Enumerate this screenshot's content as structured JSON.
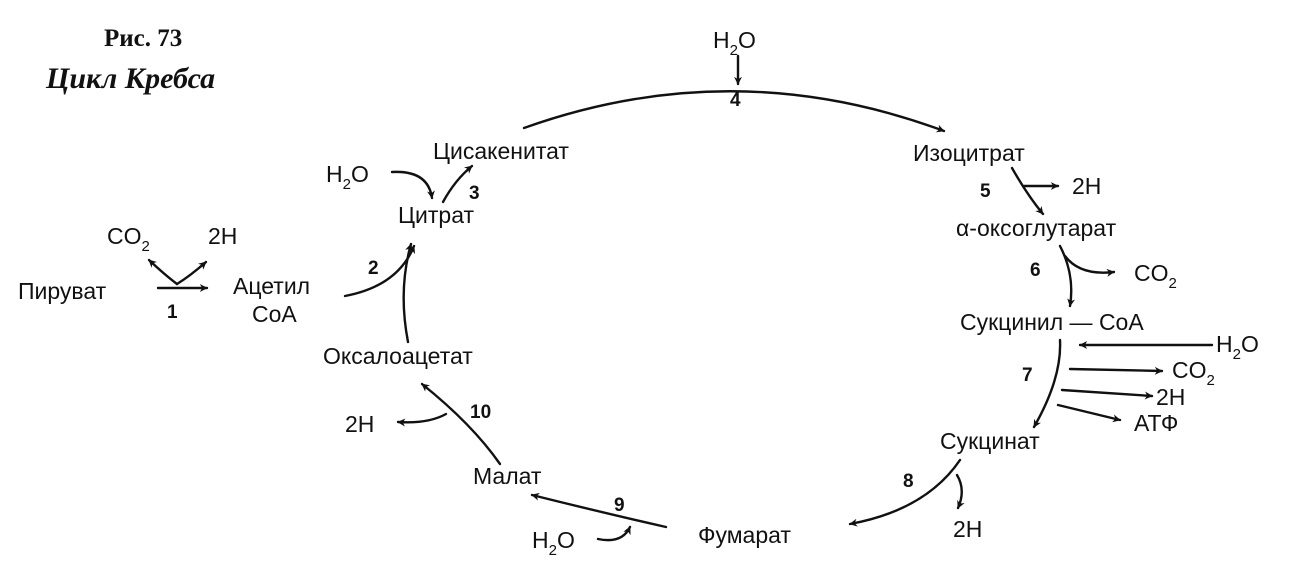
{
  "caption": {
    "figure": "Рис. 73",
    "title": "Цикл Кребса"
  },
  "compounds": {
    "pyruvate": "Пируват",
    "acetyl": "Ацетил",
    "coa": "CoA",
    "citrate": "Цитрат",
    "cisaconitate": "Цисакенитат",
    "isocitrate": "Изоцитрат",
    "alpha_ketoglutarate": "α-оксоглутарат",
    "succinyl_coa": "Сукцинил — CoA",
    "succinate": "Сукцинат",
    "fumarate": "Фумарат",
    "malate": "Малат",
    "oxaloacetate": "Оксалоацетат"
  },
  "byproducts": {
    "co2": "CO",
    "h2o_h": "H",
    "h2o_o": "O",
    "sub2": "2",
    "h2": "2H",
    "atp": "АТФ"
  },
  "steps": [
    "1",
    "2",
    "3",
    "4",
    "5",
    "6",
    "7",
    "8",
    "9",
    "10"
  ]
}
